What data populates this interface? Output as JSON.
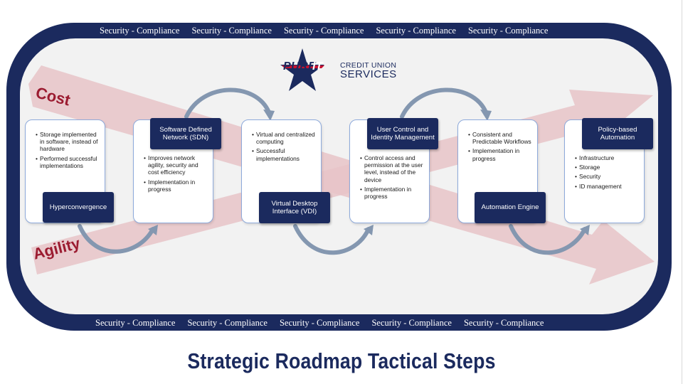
{
  "logo": {
    "pure": "PURE",
    "it": "IT",
    "line1": "CREDIT UNION",
    "line2": "SERVICES"
  },
  "security_top": [
    "Security - Compliance",
    "Security - Compliance",
    "Security - Compliance",
    "Security - Compliance",
    "Security - Compliance"
  ],
  "security_bottom": [
    "Security - Compliance",
    "Security - Compliance",
    "Security - Compliance",
    "Security - Compliance",
    "Security - Compliance"
  ],
  "trend_labels": {
    "cost": "Cost",
    "agility": "Agility"
  },
  "steps": [
    {
      "title": "Hyperconvergence",
      "bullets": [
        "Storage implemented in software, instead of hardware",
        "Performed successful implementations"
      ]
    },
    {
      "title": "Software Defined Network (SDN)",
      "bullets": [
        "Improves network agility, security and cost efficiency",
        "Implementation in progress"
      ]
    },
    {
      "title": "Virtual Desktop Interface (VDI)",
      "bullets": [
        "Virtual and centralized computing",
        "Successful implementations"
      ]
    },
    {
      "title": "User Control and Identity Management",
      "bullets": [
        "Control access and permission at the user level, instead of the device",
        "Implementation in progress"
      ]
    },
    {
      "title": "Automation Engine",
      "bullets": [
        "Consistent and Predictable Workflows",
        "Implementation in progress"
      ]
    },
    {
      "title": "Policy-based Automation",
      "bullets": [
        "Infrastructure",
        "Storage",
        "Security",
        "ID management"
      ]
    }
  ],
  "footer_title": "Strategic Roadmap Tactical Steps",
  "colors": {
    "navy": "#1b2a5e",
    "card_border": "#8eaadb",
    "connector": "#8497b0",
    "trend_arrow": "#e8c4c8",
    "trend_text": "#9b1b30"
  }
}
